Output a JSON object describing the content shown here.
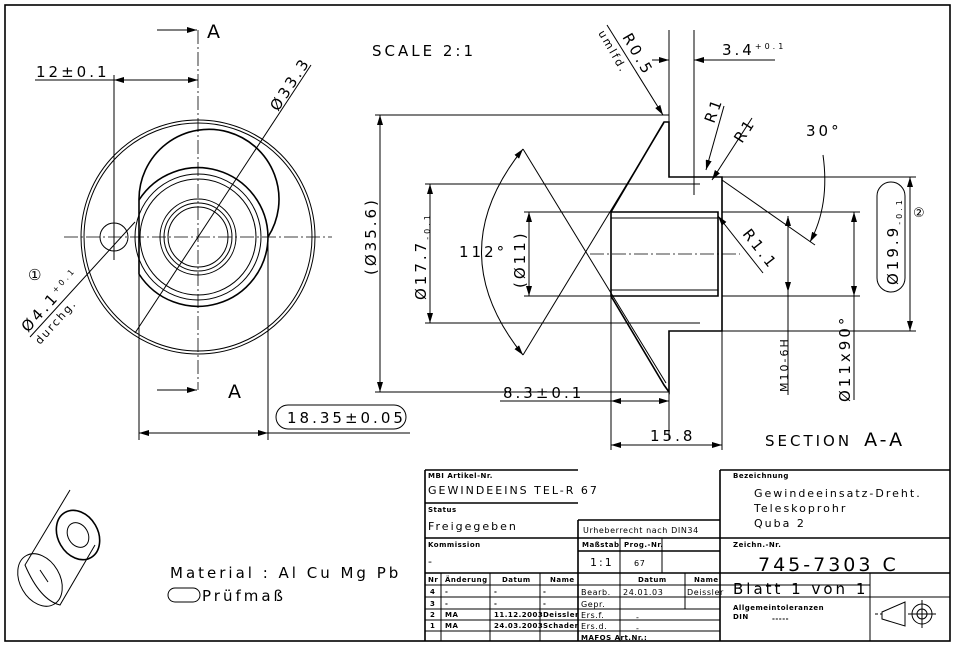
{
  "drawing": {
    "scale_label": "SCALE 2:1",
    "section_label": "SECTION",
    "section_name": "A-A",
    "section_mark_top": "A",
    "section_mark_bottom": "A",
    "dims": {
      "d12": "12±0.1",
      "d33": "Ø33.3",
      "d41": "Ø4.1",
      "d41_tol": "+0.1",
      "durchg": "durchg.",
      "mark1": "①",
      "d1835": "18.35±0.05",
      "d356": "(Ø35.6)",
      "d177": "Ø17.7",
      "d177_tol": "-0.1",
      "d11": "(Ø11)",
      "a112": "112°",
      "r05": "R0.5",
      "umlfd": "umlfd.",
      "d34": "3.4",
      "d34_tol": "+0.1",
      "r1a": "R1",
      "r1b": "R1",
      "r11": "R1.1",
      "a30": "30°",
      "d199": "Ø19.9",
      "d199_tol": "-0.1",
      "mark2": "②",
      "m10": "M10-6H",
      "d11x90": "Ø11x90°",
      "d83": "8.3±0.1",
      "d158": "15.8"
    }
  },
  "notes": {
    "material": "Material : Al Cu Mg Pb",
    "pruefmass": "Prüfmaß"
  },
  "title_block": {
    "artikel_label": "MBI Artikel-Nr.",
    "artikel_value": "GEWINDEEINS TEL-R 67",
    "status_label": "Status",
    "status_value": "Freigegeben",
    "urheber": "Urheberrecht nach DIN34",
    "kommission_label": "Kommission",
    "kommission_value": "-",
    "massstab_label": "Maßstab",
    "massstab_value": "1:1",
    "prog_label": "Prog.-Nr.",
    "prog_value": "67",
    "rev_headers": [
      "Nr",
      "Änderung",
      "Datum",
      "Name"
    ],
    "revisions": [
      [
        "4",
        "-",
        "-",
        "-"
      ],
      [
        "3",
        "-",
        "-",
        "-"
      ],
      [
        "2",
        "MA",
        "11.12.2003",
        "Deissler"
      ],
      [
        "1",
        "MA",
        "24.03.2003",
        "Schader"
      ]
    ],
    "approval_headers": [
      "Datum",
      "Name"
    ],
    "approvals": [
      [
        "Bearb.",
        "24.01.03",
        "Deissler"
      ],
      [
        "Gepr.",
        "",
        ""
      ],
      [
        "Ers.f.",
        "-",
        ""
      ],
      [
        "Ers.d.",
        "-",
        ""
      ]
    ],
    "mafos": "MAFOS Art.Nr.:",
    "bezeichnung_label": "Bezeichnung",
    "bezeichnung_lines": [
      "Gewindeeinsatz-Dreht.",
      "Teleskoprohr",
      "Quba 2"
    ],
    "zeichn_label": "Zeichn.-Nr.",
    "zeichn_value": "745-7303 C",
    "blatt": "Blatt 1 von 1",
    "toleranz_label": "Allgemeintoleranzen",
    "toleranz_din": "DIN",
    "toleranz_value": "-----"
  }
}
